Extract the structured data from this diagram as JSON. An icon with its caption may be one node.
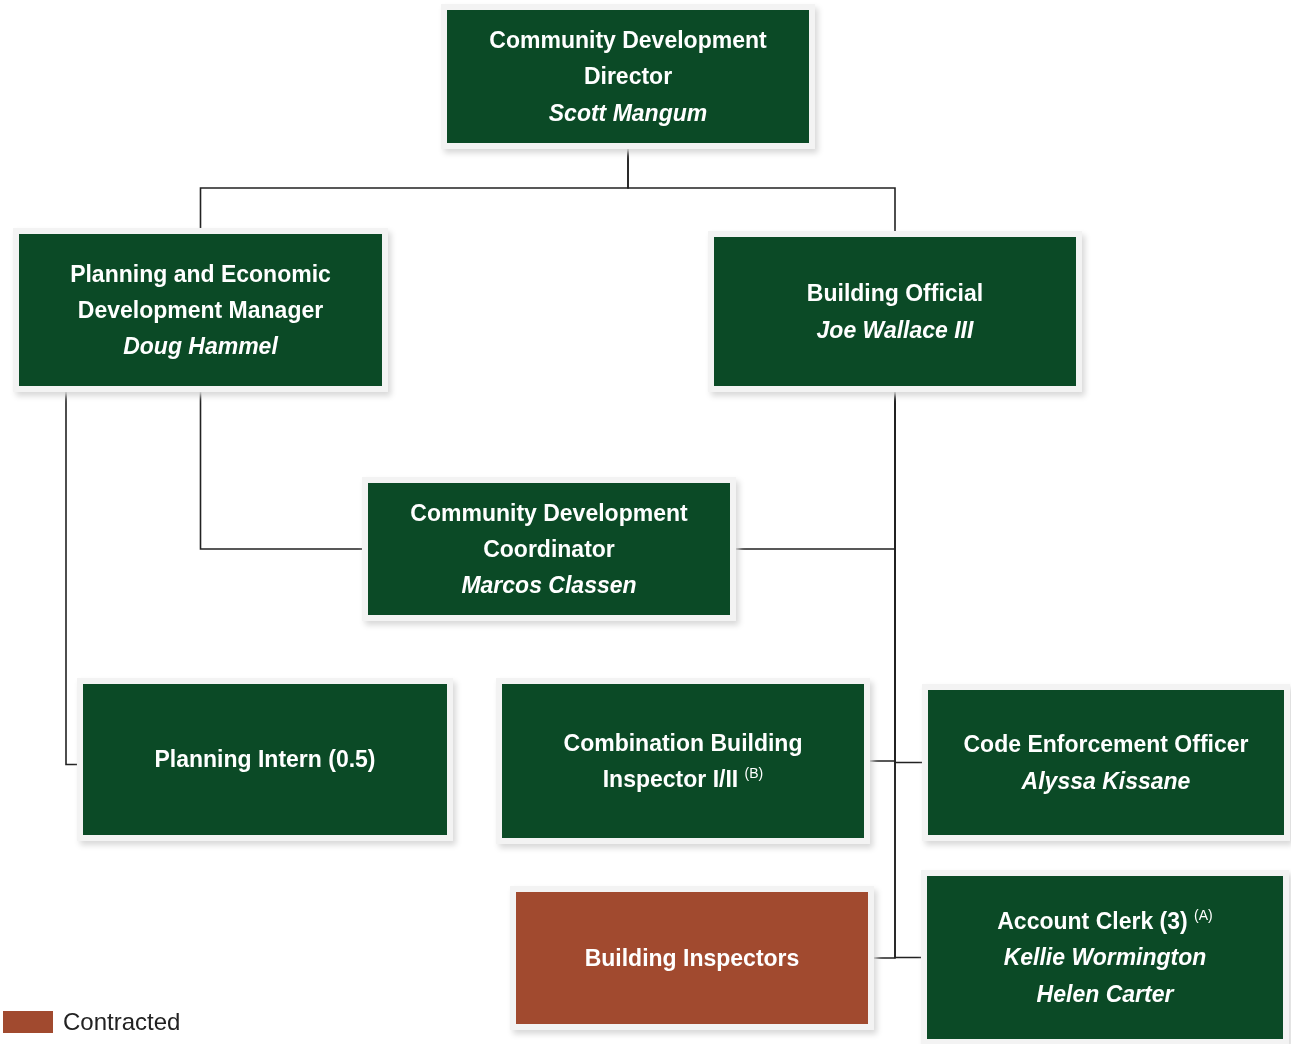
{
  "diagram": {
    "nodes": [
      {
        "text": [
          "Community Development Director",
          "Scott Mangum"
        ]
      },
      {
        "text": [
          "Planning and Economic Development Manager",
          "Doug Hammel"
        ]
      },
      {
        "text": [
          "Building Official",
          "Joe Wallace III"
        ]
      },
      {
        "text": [
          "Community Development Coordinator",
          "Marcos Classen"
        ]
      },
      {
        "text": [
          "Planning Intern (0.5)"
        ]
      },
      {
        "text": [
          "Combination Building Inspector I/II $^{(B)}$"
        ]
      },
      {
        "text": [
          "Code Enforcement Officer",
          "Alyssa Kissane"
        ]
      },
      {
        "text": [
          "Building Inspectors"
        ]
      },
      {
        "text": [
          "Account Clerk (3) $^{(A)}$",
          "Kellie Wormington",
          "Helen Carter"
        ]
      }
    ],
    "edges": [
      {
        "from": 0,
        "to": 1,
        "arrow": "none"
      },
      {
        "from": 0,
        "to": 2,
        "arrow": "none"
      },
      {
        "from": 1,
        "to": 3,
        "arrow": "none"
      },
      {
        "from": 1,
        "to": 4,
        "arrow": "none"
      },
      {
        "from": 2,
        "to": 3,
        "arrow": "none"
      },
      {
        "from": 2,
        "to": 5,
        "arrow": "none"
      },
      {
        "from": 2,
        "to": 6,
        "arrow": "none"
      },
      {
        "from": 2,
        "to": 7,
        "arrow": "none"
      },
      {
        "from": 2,
        "to": 8,
        "arrow": "none"
      }
    ],
    "legend": [
      {
        "text": "Contracted",
        "color": "#a14a2f"
      }
    ]
  }
}
